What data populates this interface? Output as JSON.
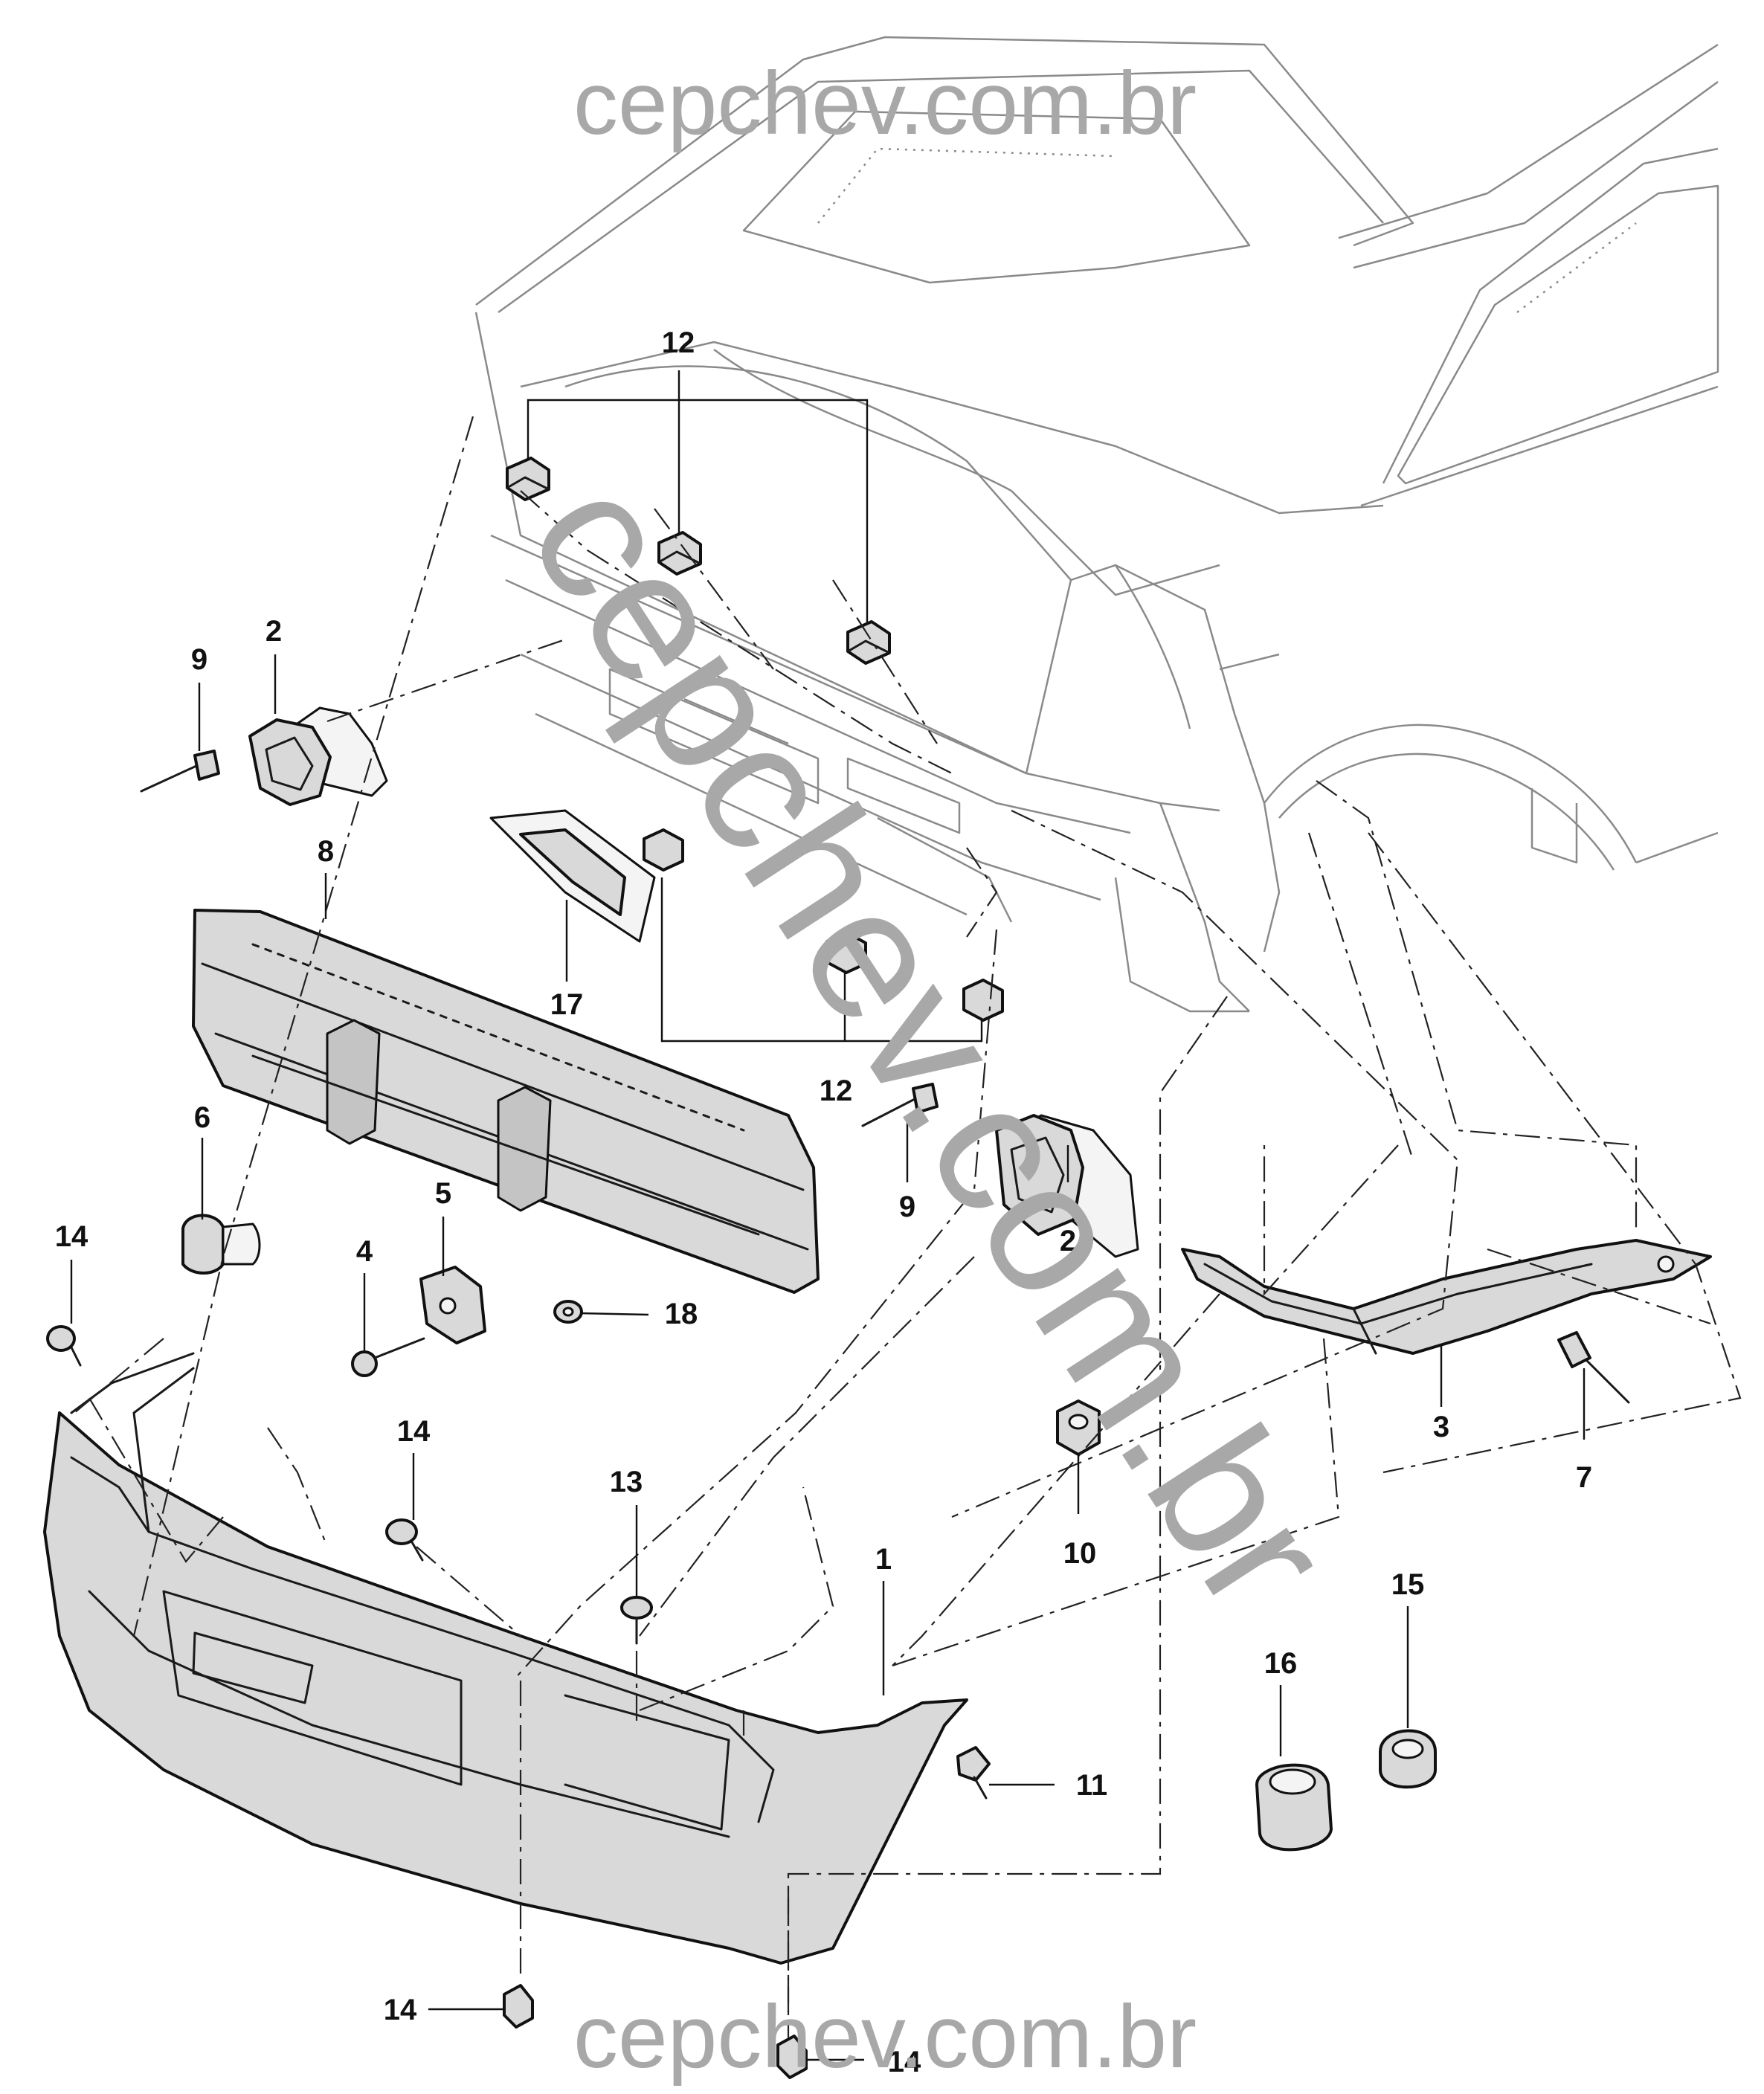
{
  "watermarks": {
    "top": "cepchev.com.br",
    "diagonal": "cepchev.com.br",
    "bottom": "cepchev.com.br"
  },
  "callouts": [
    {
      "id": "c12a",
      "label": "12"
    },
    {
      "id": "c9a",
      "label": "9"
    },
    {
      "id": "c2a",
      "label": "2"
    },
    {
      "id": "c8",
      "label": "8"
    },
    {
      "id": "c17",
      "label": "17"
    },
    {
      "id": "c12b",
      "label": "12"
    },
    {
      "id": "c6",
      "label": "6"
    },
    {
      "id": "c5",
      "label": "5"
    },
    {
      "id": "c4",
      "label": "4"
    },
    {
      "id": "c18",
      "label": "18"
    },
    {
      "id": "c14a",
      "label": "14"
    },
    {
      "id": "c9b",
      "label": "9"
    },
    {
      "id": "c2b",
      "label": "2"
    },
    {
      "id": "c3",
      "label": "3"
    },
    {
      "id": "c7",
      "label": "7"
    },
    {
      "id": "c10",
      "label": "10"
    },
    {
      "id": "c14b",
      "label": "14"
    },
    {
      "id": "c13",
      "label": "13"
    },
    {
      "id": "c1",
      "label": "1"
    },
    {
      "id": "c11",
      "label": "11"
    },
    {
      "id": "c15",
      "label": "15"
    },
    {
      "id": "c16",
      "label": "16"
    },
    {
      "id": "c14c",
      "label": "14"
    },
    {
      "id": "c14d",
      "label": "14"
    }
  ]
}
